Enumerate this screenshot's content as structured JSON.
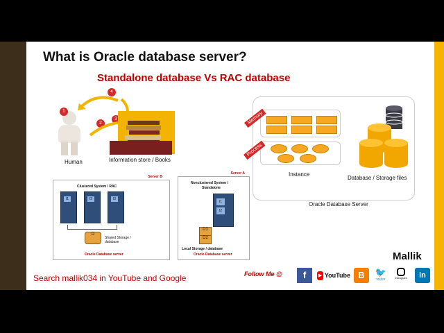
{
  "slide": {
    "title": "What is Oracle database server?",
    "subtitle": "Standalone database Vs RAC database"
  },
  "human_section": {
    "human_label": "Human",
    "store_label": "Information store / Books",
    "steps": [
      "1",
      "2",
      "3",
      "4"
    ]
  },
  "oracle_server": {
    "memory_tag": "Memory",
    "process_tag": "Process",
    "instance_label": "Instance",
    "storage_label": "Database / Storage files",
    "server_label": "Oracle Database Server"
  },
  "rac_diagram": {
    "server_name": "Server B",
    "system_title": "Clustered System / RAC",
    "nodes": [
      "I1",
      "I2",
      "I3"
    ],
    "disk": "D",
    "storage_label": "Shared Storage / database",
    "footer": "Oracle Database server"
  },
  "standalone_diagram": {
    "server_name": "Server A",
    "system_title_line1": "Nonclustered System /",
    "system_title_line2": "Standalone",
    "nodes": [
      "I1",
      "I2"
    ],
    "disks": [
      "D1",
      "D2"
    ],
    "storage_label": "Local Storage / database",
    "footer": "Oracle Database server"
  },
  "footer": {
    "search_text": "Search mallik034 in YouTube and Google",
    "follow_text": "Follow Me @",
    "author": "Mallik",
    "social": [
      "facebook",
      "youtube",
      "blogger",
      "twitter",
      "instagram",
      "linkedin"
    ],
    "youtube_label": "YouTube",
    "twitter_label": "twitter",
    "instagram_label": "Instagram"
  },
  "colors": {
    "accent_red": "#c00000",
    "sidebar": "#3d2e1c",
    "gold": "#f5b400"
  }
}
